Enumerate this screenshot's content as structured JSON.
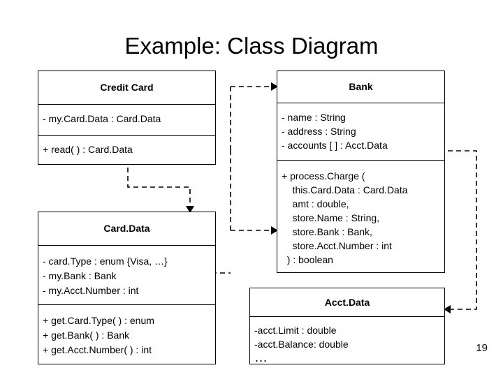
{
  "slide": {
    "title": "Example: Class Diagram",
    "page_number": "19"
  },
  "classes": {
    "credit_card": {
      "name": "Credit Card",
      "attributes": "- my.Card.Data : Card.Data",
      "operations": "+ read( ) : Card.Data"
    },
    "bank": {
      "name": "Bank",
      "attributes": "- name : String\n- address : String\n- accounts [ ] : Acct.Data",
      "operations": "+ process.Charge (\n    this.Card.Data : Card.Data\n    amt : double,\n    store.Name : String,\n    store.Bank : Bank,\n    store.Acct.Number : int\n  ) : boolean"
    },
    "card_data": {
      "name": "Card.Data",
      "attributes": "- card.Type : enum {Visa, …}\n- my.Bank : Bank\n- my.Acct.Number : int",
      "operations": "+ get.Card.Type( ) : enum\n+ get.Bank( ) : Bank\n+ get.Acct.Number( ) : int"
    },
    "acct_data": {
      "name": "Acct.Data",
      "attributes": "-acct.Limit : double\n-acct.Balance: double",
      "ellipsis": "…"
    }
  },
  "colors": {
    "line": "#000000",
    "background": "#ffffff",
    "text": "#000000"
  }
}
